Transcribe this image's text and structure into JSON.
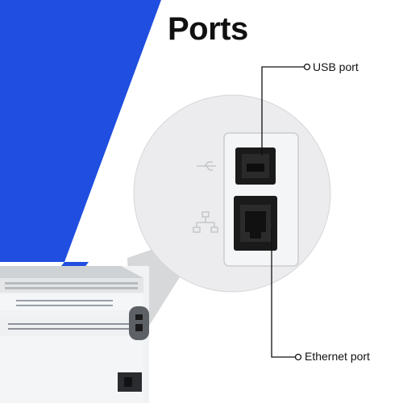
{
  "title": "Ports",
  "callouts": {
    "usb_label": "USB port",
    "ethernet_label": "Ethernet port"
  },
  "icons": {
    "usb": "usb-icon",
    "network": "network-icon"
  },
  "colors": {
    "brand_blue": "#1f4ee0",
    "port_black": "#1a1a1a",
    "panel_grey": "#e9ebed",
    "printer_grey": "#5d6166"
  }
}
